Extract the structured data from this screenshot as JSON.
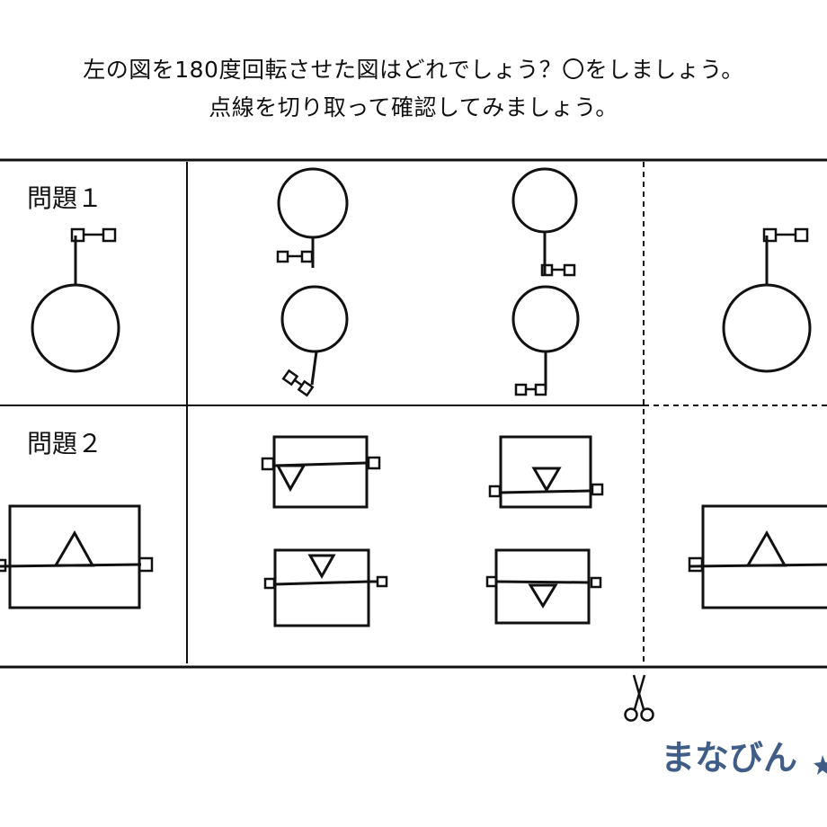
{
  "instructions": {
    "line1": "左の図を180度回転させた図はどれでしょう？〇をしましょう。",
    "line2": "点線を切り取って確認してみましょう。"
  },
  "problems": [
    {
      "label": "問題１",
      "figure": "circle-with-flag"
    },
    {
      "label": "問題２",
      "figure": "rectangle-with-triangle"
    }
  ],
  "logo": {
    "text": "まなびん",
    "color": "#3f5d86"
  },
  "icons": [
    "scissors-icon"
  ]
}
